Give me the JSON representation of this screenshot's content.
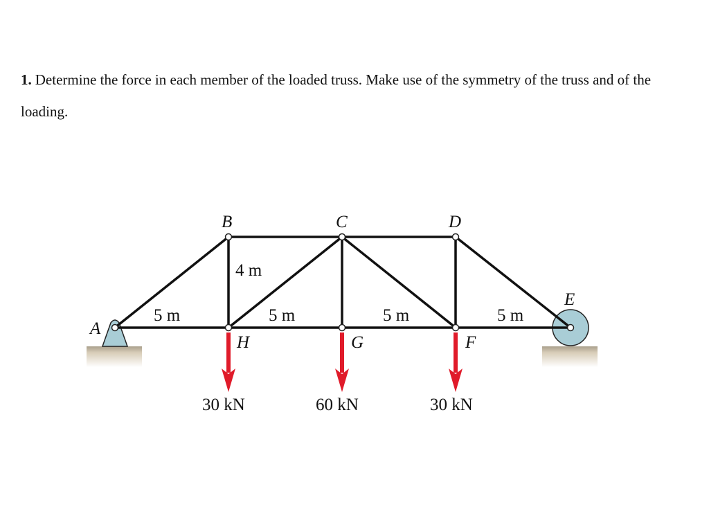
{
  "problem": {
    "number": "1.",
    "text": "Determine the force in each member of the loaded truss. Make use of the symmetry of the truss and of the loading."
  },
  "figure": {
    "nodes": {
      "A": "A",
      "B": "B",
      "C": "C",
      "D": "D",
      "E": "E",
      "F": "F",
      "G": "G",
      "H": "H"
    },
    "dimensions": {
      "height": "4 m",
      "panel_1": "5 m",
      "panel_2": "5 m",
      "panel_3": "5 m",
      "panel_4": "5 m"
    },
    "loads": {
      "H": "30 kN",
      "G": "60 kN",
      "F": "30 kN"
    },
    "colors": {
      "member": "#111111",
      "load_arrow": "#e01b2a",
      "support_fill": "#a9cdd6",
      "ground": "#cfc3ad"
    }
  }
}
